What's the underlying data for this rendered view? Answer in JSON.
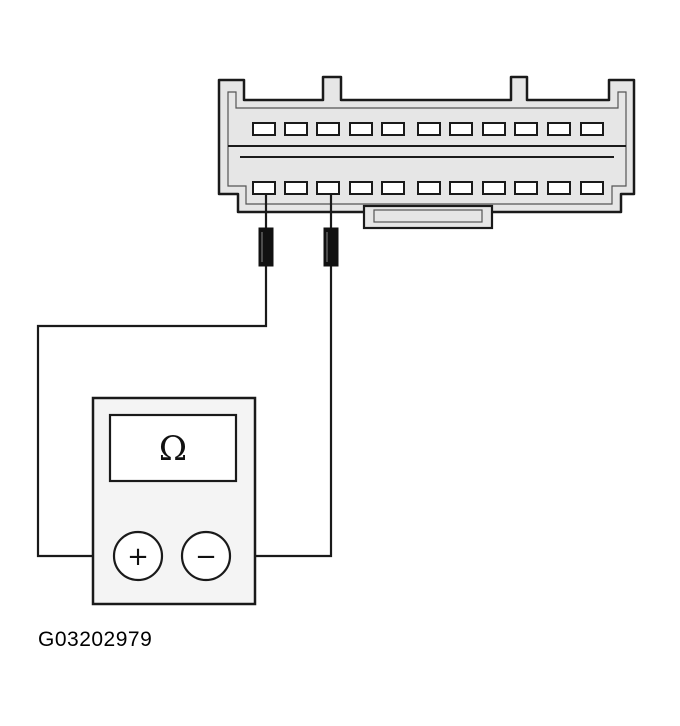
{
  "meter": {
    "display_symbol": "Ω",
    "positive_terminal_label": "+",
    "negative_terminal_label": "−"
  },
  "connector": {
    "upper_row_pins": 11,
    "lower_row_pins": 11,
    "probed_pins_lower_row": [
      1,
      3
    ]
  },
  "figure_id": "G03202979",
  "colors": {
    "line": "#1a1a1a",
    "connector_fill": "#e8e8e8",
    "probe_fill": "#111111",
    "background": "#ffffff"
  }
}
